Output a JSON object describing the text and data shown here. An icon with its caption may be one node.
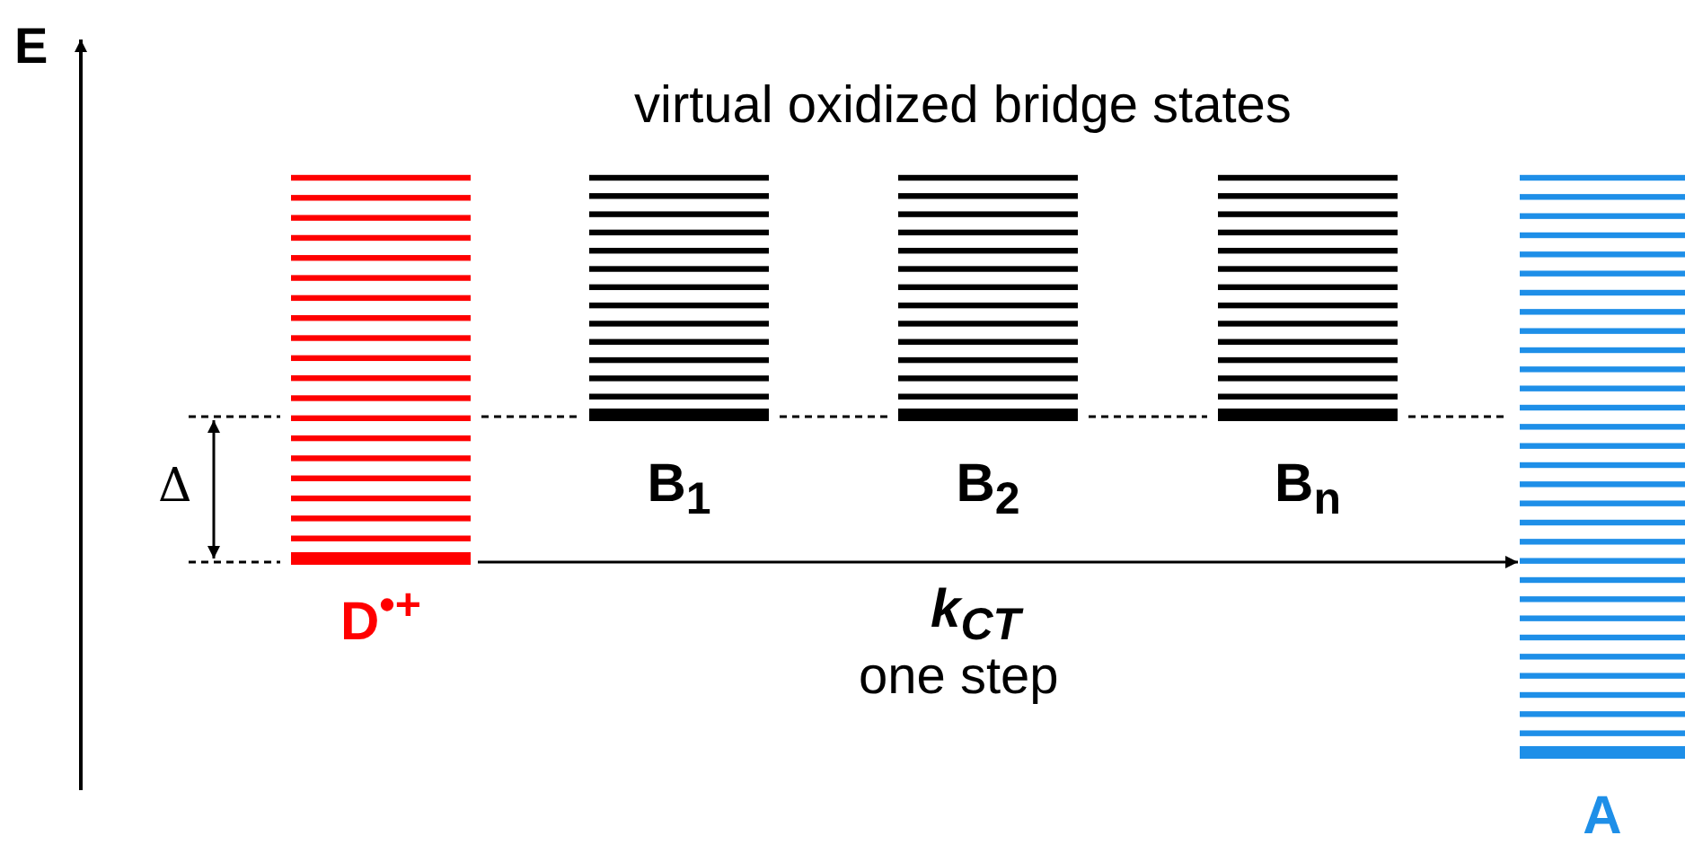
{
  "diagram": {
    "nodes": [
      {
        "text": [
          "D$^{•+}$"
        ]
      },
      {
        "text": [
          "B$_{1}$"
        ]
      },
      {
        "text": [
          "B$_{2}$"
        ]
      },
      {
        "text": [
          "B$_{n}$"
        ]
      },
      {
        "text": [
          "A"
        ]
      }
    ],
    "edges": [
      {
        "from": 0,
        "to": 4,
        "arrow": "to",
        "label": "k$_{CT}$"
      }
    ],
    "labels": [
      "E",
      "virtual oxidized bridge states",
      "Δ",
      "one step"
    ]
  }
}
